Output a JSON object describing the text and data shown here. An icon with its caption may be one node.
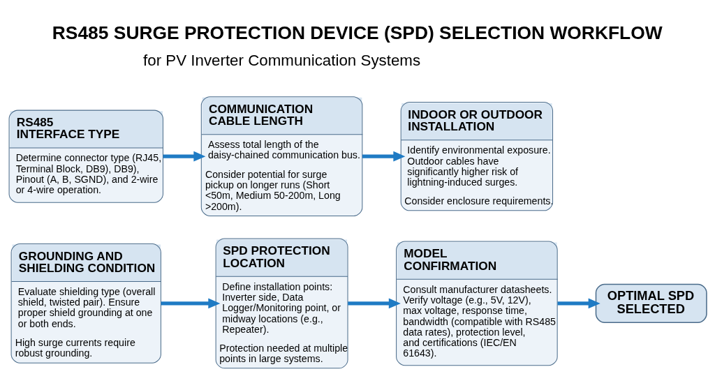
{
  "diagram": {
    "title": "RS485 SURGE PROTECTION DEVICE (SPD) SELECTION WORKFLOW",
    "nodes": [
      {
        "text": [
          "RS485 INTERFACE TYPE",
          "Determine connector type (RJ45, Terminal Block, DB9), DB9), Pinout (A, B, SGND), and 2-wire or 4-wire operation."
        ]
      },
      {
        "text": [
          "COMMUNICATION CABLE LENGTH",
          "Assess total length of the daisy-chained communication bus.",
          "Consider potential for surge pickup on longer runs (Short <50m, Medium 50-200m, Long >200m)."
        ]
      },
      {
        "text": [
          "INDOOR OR OUTDOOR INSTALLATION",
          "Identify environmental exposure. Outdoor cables have significantly higher risk of lightning-induced surges.",
          "Consider enclosure requirements."
        ]
      },
      {
        "text": [
          "GROUNDING AND SHIELDING CONDITION",
          "Evaluate shielding type (overall shield, twisted pair). Ensure proper shield grounding at one or both ends.",
          "High surge currents require robust grounding."
        ]
      },
      {
        "text": [
          "SPD PROTECTION LOCATION",
          "Define installation points: Inverter side, Data Logger/Monitoring point, or midway locations (e.g., Repeater).",
          "Protection needed at multiple points in large systems."
        ]
      },
      {
        "text": [
          "MODEL CONFIRMATION",
          "Consult manufacturer datasheets. Verify voltage (e.g., 5V, 12V), max voltage, response time, bandwidth (compatible with RS485 data rates), protection level, and certifications (IEC/EN 61643)."
        ]
      },
      {
        "text": [
          "OPTIMAL SPD SELECTED"
        ]
      }
    ],
    "edges": [
      {
        "from": 0,
        "to": 1,
        "arrow": "to"
      },
      {
        "from": 1,
        "to": 2,
        "arrow": "to"
      },
      {
        "from": 3,
        "to": 4,
        "arrow": "to"
      },
      {
        "from": 4,
        "to": 5,
        "arrow": "to"
      },
      {
        "from": 5,
        "to": 6,
        "arrow": "to"
      }
    ],
    "labels": [
      "for PV Inverter Communication Systems"
    ]
  }
}
